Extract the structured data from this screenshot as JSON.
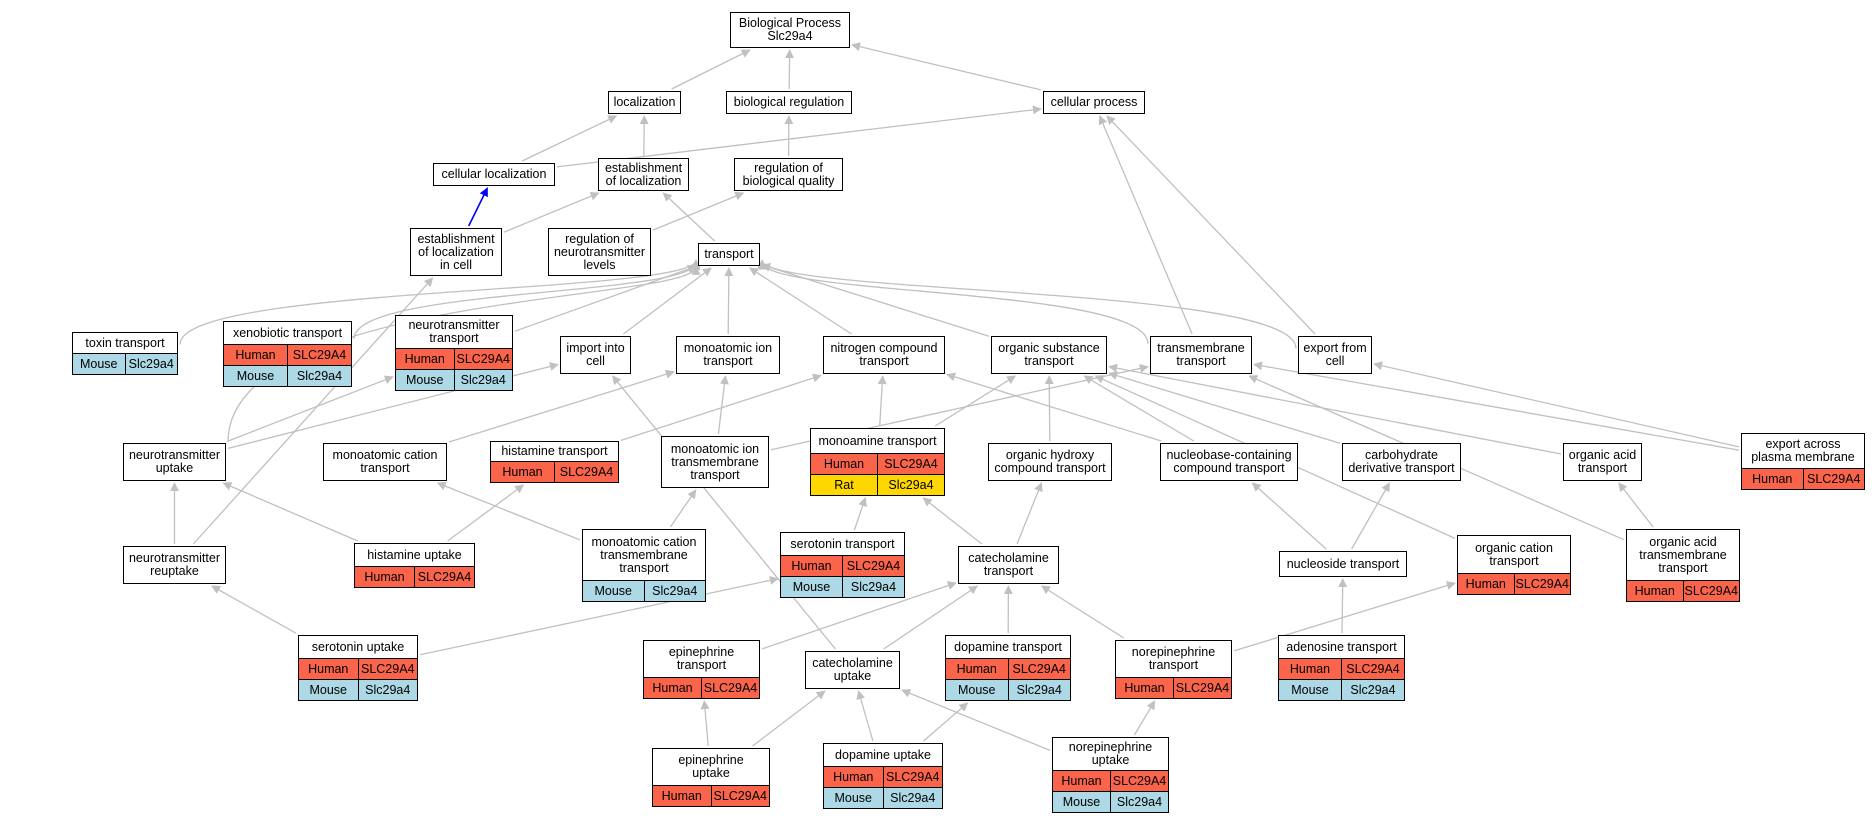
{
  "colors": {
    "edge": "#c0c0c0",
    "edge_highlight": "#0000ff",
    "human": "#fa644b",
    "mouse": "#add8e6",
    "rat": "#ffd700"
  },
  "nodes": [
    {
      "id": "root",
      "lines": [
        "Biological Process",
        "Slc29a4"
      ],
      "rows": []
    },
    {
      "id": "localization",
      "lines": [
        "localization"
      ],
      "rows": []
    },
    {
      "id": "bioreg",
      "lines": [
        "biological regulation"
      ],
      "rows": []
    },
    {
      "id": "cellproc",
      "lines": [
        "cellular process"
      ],
      "rows": []
    },
    {
      "id": "cellloc",
      "lines": [
        "cellular localization"
      ],
      "rows": []
    },
    {
      "id": "estloc",
      "lines": [
        "establishment",
        "of localization"
      ],
      "rows": []
    },
    {
      "id": "regbq",
      "lines": [
        "regulation of",
        "biological quality"
      ],
      "rows": []
    },
    {
      "id": "estlocincell",
      "lines": [
        "establishment",
        "of localization",
        "in cell"
      ],
      "rows": []
    },
    {
      "id": "regnt",
      "lines": [
        "regulation of",
        "neurotransmitter",
        "levels"
      ],
      "rows": []
    },
    {
      "id": "transport",
      "lines": [
        "transport"
      ],
      "rows": []
    },
    {
      "id": "toxin",
      "lines": [
        "toxin transport"
      ],
      "rows": [
        [
          {
            "s": "mouse",
            "t": "Mouse"
          },
          {
            "s": "mouse",
            "t": "Slc29a4"
          }
        ]
      ]
    },
    {
      "id": "xeno",
      "lines": [
        "xenobiotic transport"
      ],
      "rows": [
        [
          {
            "s": "human",
            "t": "Human"
          },
          {
            "s": "human",
            "t": "SLC29A4"
          }
        ],
        [
          {
            "s": "mouse",
            "t": "Mouse"
          },
          {
            "s": "mouse",
            "t": "Slc29a4"
          }
        ]
      ]
    },
    {
      "id": "nttransport",
      "lines": [
        "neurotransmitter",
        "transport"
      ],
      "rows": [
        [
          {
            "s": "human",
            "t": "Human"
          },
          {
            "s": "human",
            "t": "SLC29A4"
          }
        ],
        [
          {
            "s": "mouse",
            "t": "Mouse"
          },
          {
            "s": "mouse",
            "t": "Slc29a4"
          }
        ]
      ]
    },
    {
      "id": "importcell",
      "lines": [
        "import into",
        "cell"
      ],
      "rows": []
    },
    {
      "id": "maion",
      "lines": [
        "monoatomic ion",
        "transport"
      ],
      "rows": []
    },
    {
      "id": "nitrogen",
      "lines": [
        "nitrogen compound",
        "transport"
      ],
      "rows": []
    },
    {
      "id": "organicsub",
      "lines": [
        "organic substance",
        "transport"
      ],
      "rows": []
    },
    {
      "id": "transmembrane",
      "lines": [
        "transmembrane",
        "transport"
      ],
      "rows": []
    },
    {
      "id": "export",
      "lines": [
        "export from",
        "cell"
      ],
      "rows": []
    },
    {
      "id": "ntuptake",
      "lines": [
        "neurotransmitter",
        "uptake"
      ],
      "rows": []
    },
    {
      "id": "macation",
      "lines": [
        "monoatomic cation",
        "transport"
      ],
      "rows": []
    },
    {
      "id": "histamine",
      "lines": [
        "histamine transport"
      ],
      "rows": [
        [
          {
            "s": "human",
            "t": "Human"
          },
          {
            "s": "human",
            "t": "SLC29A4"
          }
        ]
      ]
    },
    {
      "id": "maiontm",
      "lines": [
        "monoatomic ion",
        "transmembrane",
        "transport"
      ],
      "rows": []
    },
    {
      "id": "monoamine",
      "lines": [
        "monoamine transport"
      ],
      "rows": [
        [
          {
            "s": "human",
            "t": "Human"
          },
          {
            "s": "human",
            "t": "SLC29A4"
          }
        ],
        [
          {
            "s": "rat",
            "t": "Rat"
          },
          {
            "s": "rat",
            "t": "Slc29a4"
          }
        ]
      ]
    },
    {
      "id": "orghydroxy",
      "lines": [
        "organic hydroxy",
        "compound transport"
      ],
      "rows": []
    },
    {
      "id": "nucleobase",
      "lines": [
        "nucleobase-containing",
        "compound transport"
      ],
      "rows": []
    },
    {
      "id": "carbo",
      "lines": [
        "carbohydrate",
        "derivative transport"
      ],
      "rows": []
    },
    {
      "id": "orgacid",
      "lines": [
        "organic acid",
        "transport"
      ],
      "rows": []
    },
    {
      "id": "exportpm",
      "lines": [
        "export across",
        "plasma membrane"
      ],
      "rows": [
        [
          {
            "s": "human",
            "t": "Human"
          },
          {
            "s": "human",
            "t": "SLC29A4"
          }
        ]
      ]
    },
    {
      "id": "ntreuptake",
      "lines": [
        "neurotransmitter",
        "reuptake"
      ],
      "rows": []
    },
    {
      "id": "histuptake",
      "lines": [
        "histamine uptake"
      ],
      "rows": [
        [
          {
            "s": "human",
            "t": "Human"
          },
          {
            "s": "human",
            "t": "SLC29A4"
          }
        ]
      ]
    },
    {
      "id": "macationtm",
      "lines": [
        "monoatomic cation",
        "transmembrane",
        "transport"
      ],
      "rows": [
        [
          {
            "s": "mouse",
            "t": "Mouse"
          },
          {
            "s": "mouse",
            "t": "Slc29a4"
          }
        ]
      ]
    },
    {
      "id": "serotonin",
      "lines": [
        "serotonin transport"
      ],
      "rows": [
        [
          {
            "s": "human",
            "t": "Human"
          },
          {
            "s": "human",
            "t": "SLC29A4"
          }
        ],
        [
          {
            "s": "mouse",
            "t": "Mouse"
          },
          {
            "s": "mouse",
            "t": "Slc29a4"
          }
        ]
      ]
    },
    {
      "id": "catecholamine",
      "lines": [
        "catecholamine",
        "transport"
      ],
      "rows": []
    },
    {
      "id": "nucleoside",
      "lines": [
        "nucleoside transport"
      ],
      "rows": []
    },
    {
      "id": "orgcation",
      "lines": [
        "organic cation",
        "transport"
      ],
      "rows": [
        [
          {
            "s": "human",
            "t": "Human"
          },
          {
            "s": "human",
            "t": "SLC29A4"
          }
        ]
      ]
    },
    {
      "id": "orgacidtm",
      "lines": [
        "organic acid",
        "transmembrane",
        "transport"
      ],
      "rows": [
        [
          {
            "s": "human",
            "t": "Human"
          },
          {
            "s": "human",
            "t": "SLC29A4"
          }
        ]
      ]
    },
    {
      "id": "serouptake",
      "lines": [
        "serotonin uptake"
      ],
      "rows": [
        [
          {
            "s": "human",
            "t": "Human"
          },
          {
            "s": "human",
            "t": "SLC29A4"
          }
        ],
        [
          {
            "s": "mouse",
            "t": "Mouse"
          },
          {
            "s": "mouse",
            "t": "Slc29a4"
          }
        ]
      ]
    },
    {
      "id": "epitransport",
      "lines": [
        "epinephrine",
        "transport"
      ],
      "rows": [
        [
          {
            "s": "human",
            "t": "Human"
          },
          {
            "s": "human",
            "t": "SLC29A4"
          }
        ]
      ]
    },
    {
      "id": "catuptake",
      "lines": [
        "catecholamine",
        "uptake"
      ],
      "rows": []
    },
    {
      "id": "dopatransport",
      "lines": [
        "dopamine transport"
      ],
      "rows": [
        [
          {
            "s": "human",
            "t": "Human"
          },
          {
            "s": "human",
            "t": "SLC29A4"
          }
        ],
        [
          {
            "s": "mouse",
            "t": "Mouse"
          },
          {
            "s": "mouse",
            "t": "Slc29a4"
          }
        ]
      ]
    },
    {
      "id": "noretransport",
      "lines": [
        "norepinephrine",
        "transport"
      ],
      "rows": [
        [
          {
            "s": "human",
            "t": "Human"
          },
          {
            "s": "human",
            "t": "SLC29A4"
          }
        ]
      ]
    },
    {
      "id": "adenosine",
      "lines": [
        "adenosine transport"
      ],
      "rows": [
        [
          {
            "s": "human",
            "t": "Human"
          },
          {
            "s": "human",
            "t": "SLC29A4"
          }
        ],
        [
          {
            "s": "mouse",
            "t": "Mouse"
          },
          {
            "s": "mouse",
            "t": "Slc29a4"
          }
        ]
      ]
    },
    {
      "id": "epiuptake",
      "lines": [
        "epinephrine",
        "uptake"
      ],
      "rows": [
        [
          {
            "s": "human",
            "t": "Human"
          },
          {
            "s": "human",
            "t": "SLC29A4"
          }
        ]
      ]
    },
    {
      "id": "dopauptake",
      "lines": [
        "dopamine uptake"
      ],
      "rows": [
        [
          {
            "s": "human",
            "t": "Human"
          },
          {
            "s": "human",
            "t": "SLC29A4"
          }
        ],
        [
          {
            "s": "mouse",
            "t": "Mouse"
          },
          {
            "s": "mouse",
            "t": "Slc29a4"
          }
        ]
      ]
    },
    {
      "id": "noreuptake",
      "lines": [
        "norepinephrine",
        "uptake"
      ],
      "rows": [
        [
          {
            "s": "human",
            "t": "Human"
          },
          {
            "s": "human",
            "t": "SLC29A4"
          }
        ],
        [
          {
            "s": "mouse",
            "t": "Mouse"
          },
          {
            "s": "mouse",
            "t": "Slc29a4"
          }
        ]
      ]
    }
  ],
  "edges": [
    {
      "from": "localization",
      "to": "root"
    },
    {
      "from": "bioreg",
      "to": "root"
    },
    {
      "from": "cellproc",
      "to": "root"
    },
    {
      "from": "cellloc",
      "to": "localization"
    },
    {
      "from": "cellloc",
      "to": "cellproc"
    },
    {
      "from": "estloc",
      "to": "localization"
    },
    {
      "from": "regbq",
      "to": "bioreg"
    },
    {
      "from": "estlocincell",
      "to": "cellloc",
      "highlight": true
    },
    {
      "from": "estlocincell",
      "to": "estloc"
    },
    {
      "from": "regnt",
      "to": "regbq"
    },
    {
      "from": "transport",
      "to": "estloc"
    },
    {
      "from": "toxin",
      "to": "transport"
    },
    {
      "from": "xeno",
      "to": "transport"
    },
    {
      "from": "nttransport",
      "to": "transport"
    },
    {
      "from": "importcell",
      "to": "transport"
    },
    {
      "from": "maion",
      "to": "transport"
    },
    {
      "from": "nitrogen",
      "to": "transport"
    },
    {
      "from": "organicsub",
      "to": "transport"
    },
    {
      "from": "transmembrane",
      "to": "transport"
    },
    {
      "from": "transmembrane",
      "to": "cellproc"
    },
    {
      "from": "export",
      "to": "transport"
    },
    {
      "from": "export",
      "to": "cellproc"
    },
    {
      "from": "ntuptake",
      "to": "nttransport"
    },
    {
      "from": "ntuptake",
      "to": "importcell"
    },
    {
      "from": "ntuptake",
      "to": "transport"
    },
    {
      "from": "macation",
      "to": "maion"
    },
    {
      "from": "histamine",
      "to": "nitrogen"
    },
    {
      "from": "maiontm",
      "to": "maion"
    },
    {
      "from": "maiontm",
      "to": "transmembrane"
    },
    {
      "from": "monoamine",
      "to": "nitrogen"
    },
    {
      "from": "monoamine",
      "to": "organicsub"
    },
    {
      "from": "orghydroxy",
      "to": "organicsub"
    },
    {
      "from": "nucleobase",
      "to": "nitrogen"
    },
    {
      "from": "nucleobase",
      "to": "organicsub"
    },
    {
      "from": "carbo",
      "to": "organicsub"
    },
    {
      "from": "orgacid",
      "to": "organicsub"
    },
    {
      "from": "exportpm",
      "to": "export"
    },
    {
      "from": "exportpm",
      "to": "transmembrane"
    },
    {
      "from": "ntreuptake",
      "to": "ntuptake"
    },
    {
      "from": "ntreuptake",
      "to": "estlocincell"
    },
    {
      "from": "histuptake",
      "to": "ntuptake"
    },
    {
      "from": "histuptake",
      "to": "histamine"
    },
    {
      "from": "macationtm",
      "to": "macation"
    },
    {
      "from": "macationtm",
      "to": "maiontm"
    },
    {
      "from": "serotonin",
      "to": "monoamine"
    },
    {
      "from": "catecholamine",
      "to": "monoamine"
    },
    {
      "from": "catecholamine",
      "to": "orghydroxy"
    },
    {
      "from": "nucleoside",
      "to": "nucleobase"
    },
    {
      "from": "nucleoside",
      "to": "carbo"
    },
    {
      "from": "orgcation",
      "to": "organicsub"
    },
    {
      "from": "orgacidtm",
      "to": "orgacid"
    },
    {
      "from": "orgacidtm",
      "to": "transmembrane"
    },
    {
      "from": "serouptake",
      "to": "ntreuptake"
    },
    {
      "from": "serouptake",
      "to": "serotonin"
    },
    {
      "from": "epitransport",
      "to": "catecholamine"
    },
    {
      "from": "catuptake",
      "to": "catecholamine"
    },
    {
      "from": "catuptake",
      "to": "importcell"
    },
    {
      "from": "dopatransport",
      "to": "catecholamine"
    },
    {
      "from": "noretransport",
      "to": "catecholamine"
    },
    {
      "from": "noretransport",
      "to": "orgcation"
    },
    {
      "from": "adenosine",
      "to": "nucleoside"
    },
    {
      "from": "epiuptake",
      "to": "epitransport"
    },
    {
      "from": "epiuptake",
      "to": "catuptake"
    },
    {
      "from": "dopauptake",
      "to": "catuptake"
    },
    {
      "from": "dopauptake",
      "to": "dopatransport"
    },
    {
      "from": "noreuptake",
      "to": "catuptake"
    },
    {
      "from": "noreuptake",
      "to": "noretransport"
    }
  ]
}
